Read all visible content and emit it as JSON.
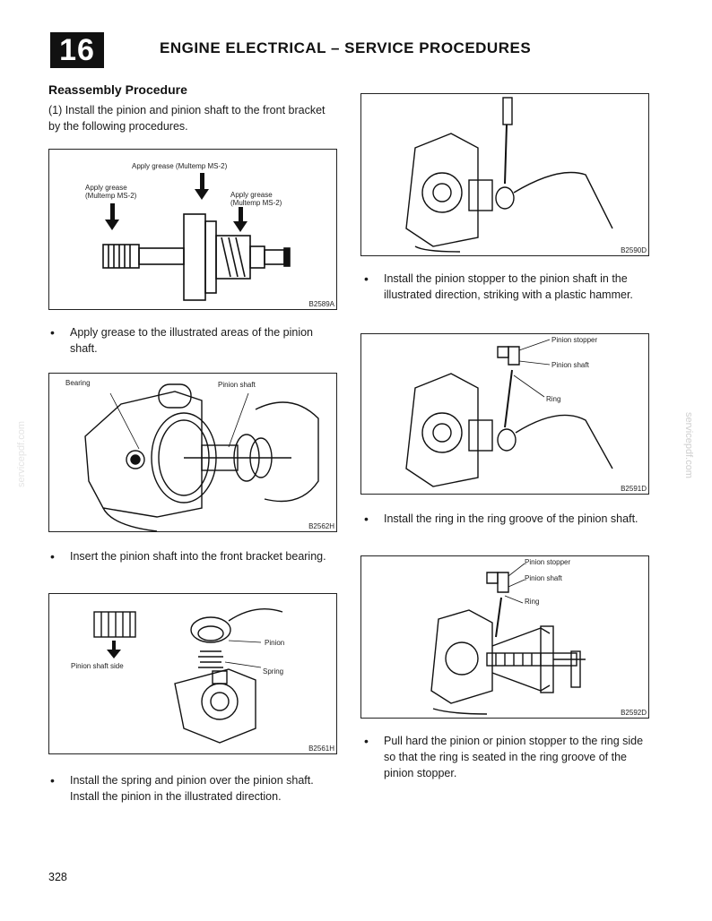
{
  "header": {
    "chapter_number": "16",
    "title": "ENGINE ELECTRICAL – SERVICE PROCEDURES"
  },
  "section": {
    "title": "Reassembly Procedure",
    "step1": "(1) Install the pinion and pinion shaft to the front bracket by the following procedures."
  },
  "figures": {
    "b2589a": {
      "code": "B2589A",
      "label_top": "Apply grease (Multemp MS-2)",
      "label_left_1": "Apply grease",
      "label_left_2": "(Multemp MS-2)",
      "label_right_1": "Apply grease",
      "label_right_2": "(Multemp MS-2)"
    },
    "b2562h": {
      "code": "B2562H",
      "label_bearing": "Bearing",
      "label_shaft": "Pinion shaft"
    },
    "b2561h": {
      "code": "B2561H",
      "label_pinion": "Pinion",
      "label_spring": "Spring",
      "label_side": "Pinion shaft side"
    },
    "b2590d": {
      "code": "B2590D"
    },
    "b2591d": {
      "code": "B2591D",
      "label_stopper": "Pinion stopper",
      "label_shaft": "Pinion shaft",
      "label_ring": "Ring"
    },
    "b2592d": {
      "code": "B2592D",
      "label_stopper": "Pinion stopper",
      "label_shaft": "Pinion shaft",
      "label_ring": "Ring"
    }
  },
  "bullets": {
    "grease": "Apply grease to the illustrated areas of the pinion shaft.",
    "insert": "Insert the pinion shaft into the front bracket bearing.",
    "spring_1": "Install the spring and pinion over the pinion shaft.",
    "spring_2": "Install the pinion in the illustrated direction.",
    "stopper": "Install the pinion stopper to the pinion shaft in the illustrated direction, striking with a plastic hammer.",
    "ring": "Install the ring in the ring groove of the pinion shaft.",
    "pull": "Pull hard the pinion or pinion stopper to the ring side so that the ring is seated in the ring groove of the pinion stopper."
  },
  "footer": {
    "page_number": "328",
    "watermark": "servicepdf.com"
  }
}
